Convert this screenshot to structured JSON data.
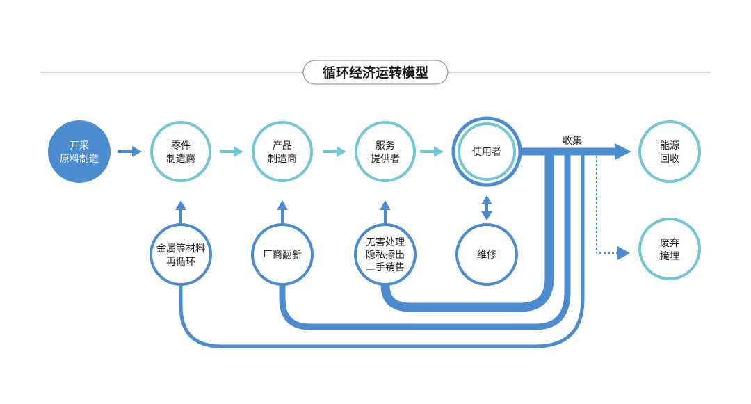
{
  "title": "循环经济运转模型",
  "colors": {
    "dark_blue": "#4a8ccf",
    "light_cyan": "#73c6d6",
    "title_rule": "#c8c8c8",
    "text": "#222222"
  },
  "nodes": {
    "mining": [
      "开采",
      "原料制造"
    ],
    "parts": [
      "零件",
      "制造商"
    ],
    "product": [
      "产品",
      "制造商"
    ],
    "service": [
      "服务",
      "提供者"
    ],
    "user": [
      "使用者"
    ],
    "energy": [
      "能源",
      "回收"
    ],
    "landfill": [
      "废弃",
      "掩埋"
    ],
    "metal": [
      "金属等材料",
      "再循环"
    ],
    "refurbish": [
      "厂商翻新"
    ],
    "harmless": [
      "无害处理",
      "隐私擦出",
      "二手销售"
    ],
    "repair": [
      "维修"
    ]
  },
  "labels": {
    "collect": "收集"
  }
}
